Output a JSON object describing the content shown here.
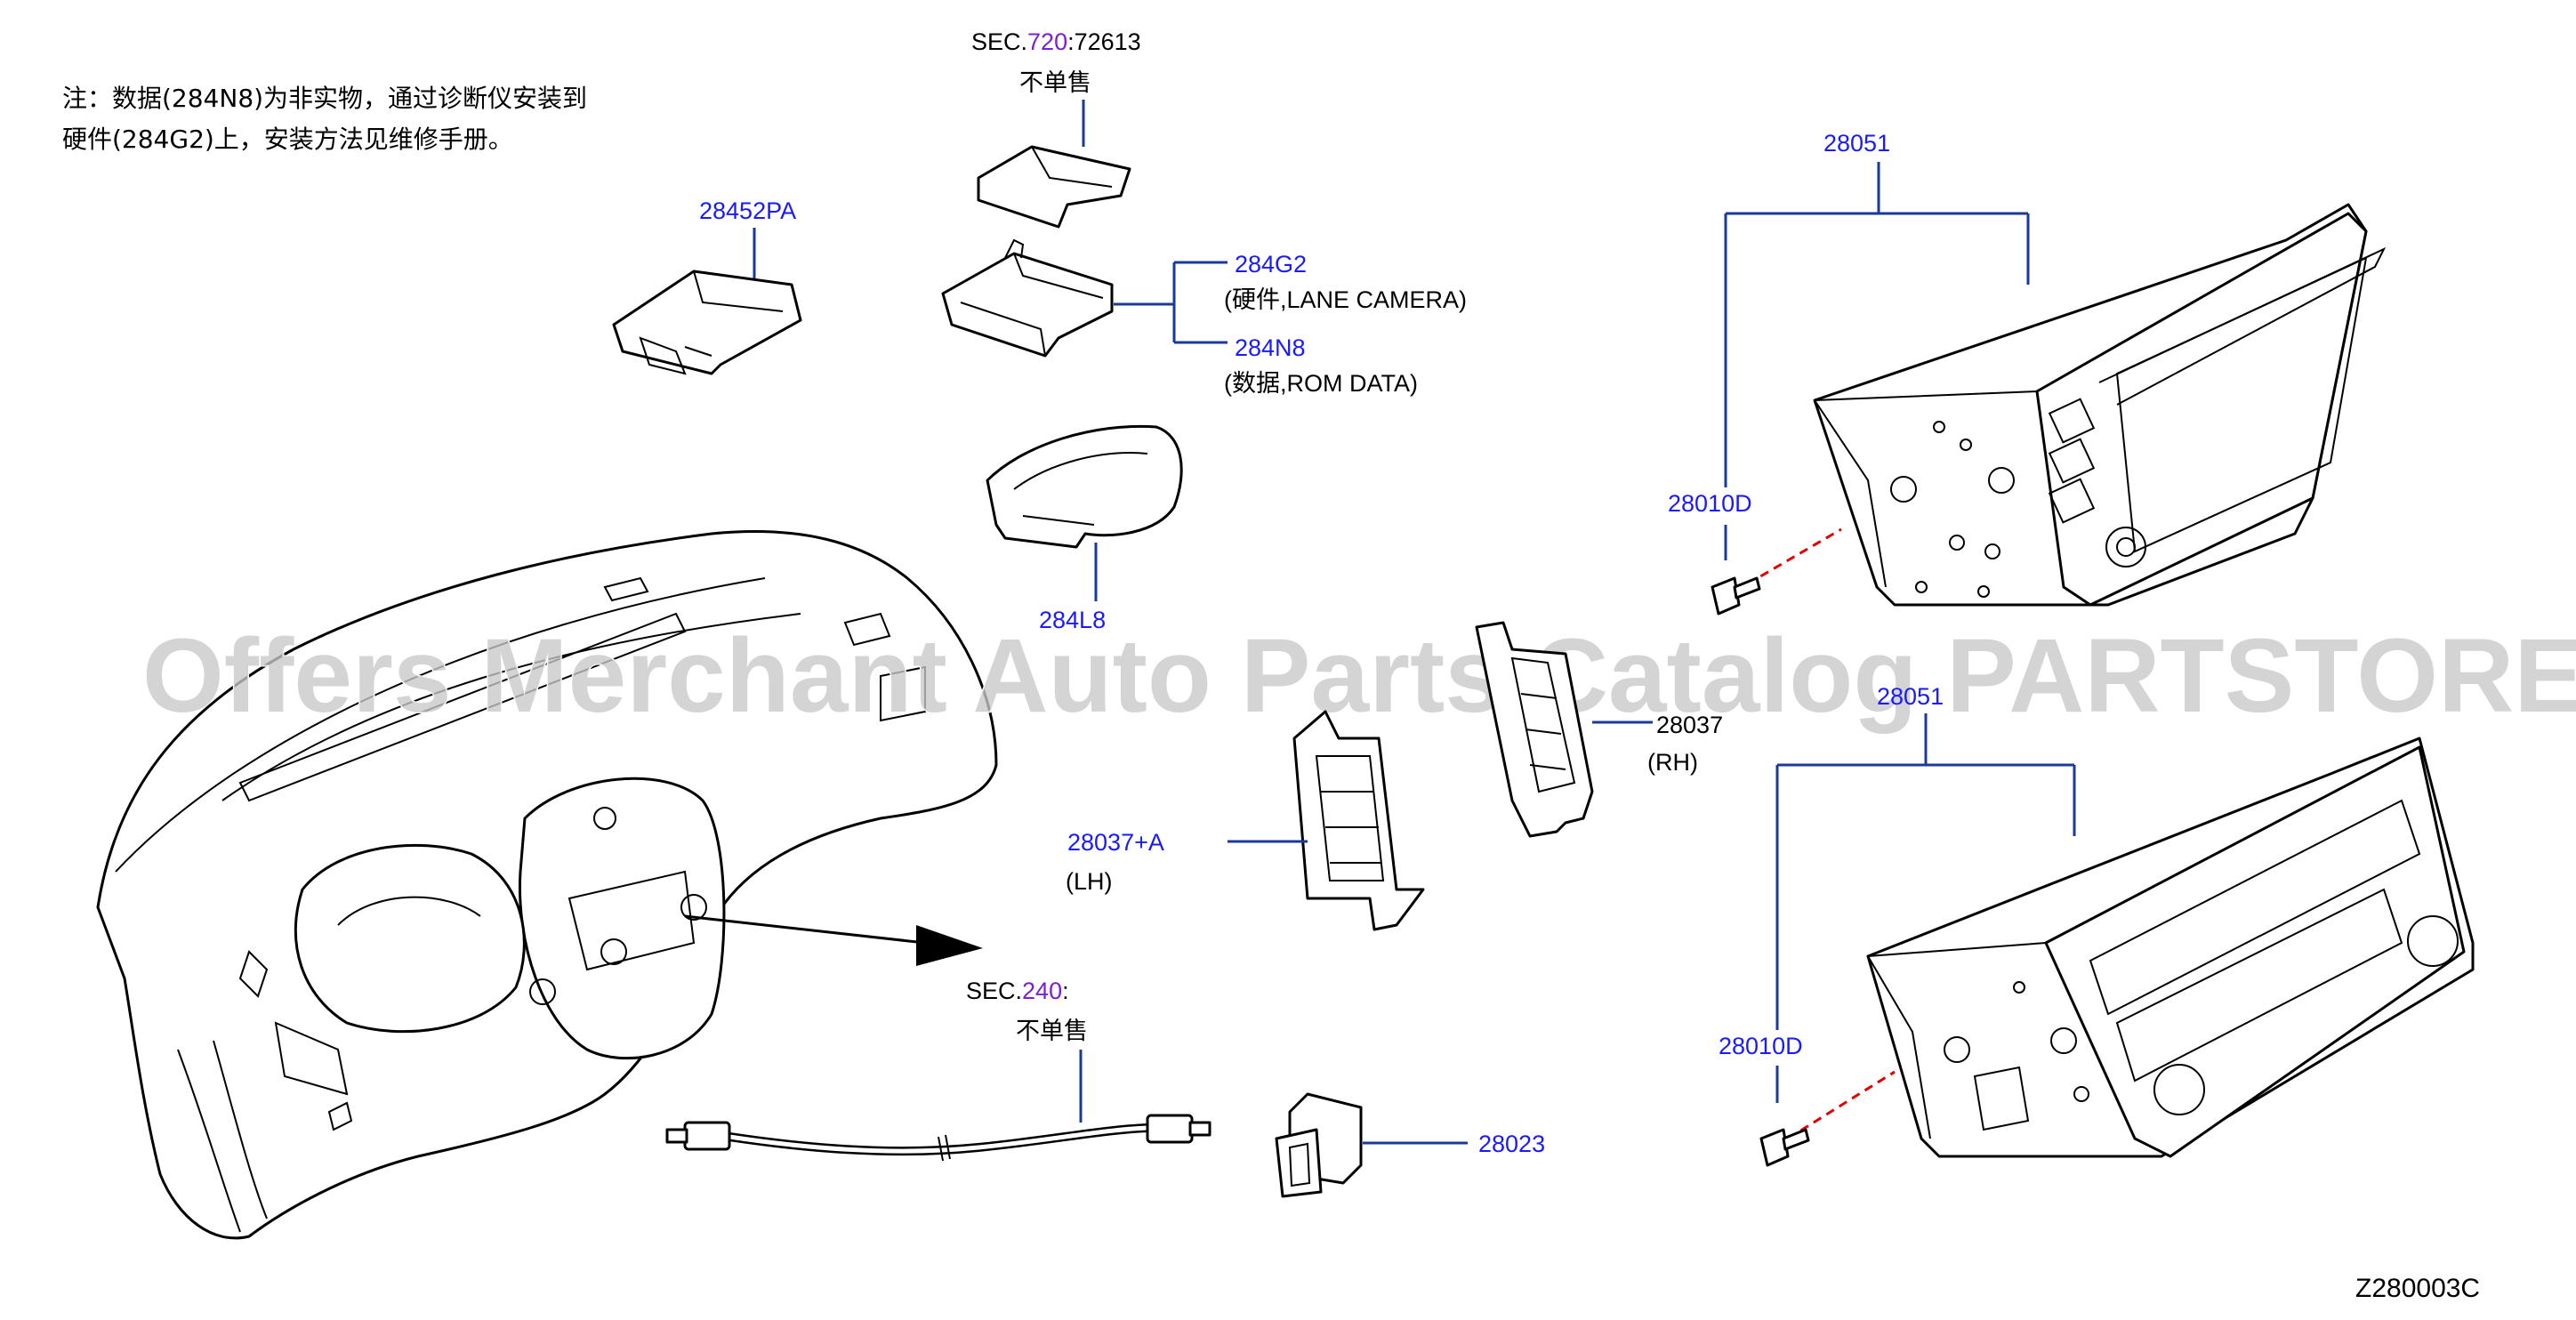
{
  "note": {
    "line1": "注：数据(284N8)为非实物，通过诊断仪安装到",
    "line2": "硬件(284G2)上，安装方法见维修手册。"
  },
  "labels": {
    "sec720_prefix": "SEC.",
    "sec720_num": "720",
    "sec720_suffix": ":72613",
    "not_sold_1": "不单售",
    "p28452PA": "28452PA",
    "p284G2": "284G2",
    "p284G2_desc": "(硬件,LANE   CAMERA)",
    "p284N8": "284N8",
    "p284N8_desc": "(数据,ROM   DATA)",
    "p284L8": "284L8",
    "p28051_top": "28051",
    "p28010D_top": "28010D",
    "p28037_rh": "28037",
    "rh": "(RH)",
    "p28051_bottom": "28051",
    "p28037A_lh": "28037+A",
    "lh": "(LH)",
    "sec240_prefix": "SEC.",
    "sec240_num": "240",
    "sec240_suffix": ":",
    "not_sold_2": "不单售",
    "p28010D_bottom": "28010D",
    "p28023": "28023",
    "diagram_code": "Z280003C"
  },
  "watermark": "Offers Merchant Auto Parts Catalog PARTSTORE.SA",
  "colors": {
    "label_blue": "#1a1aff",
    "section_purple": "#7a1fd1",
    "leader_line": "#1a3a9a",
    "fastener_dash": "#e00000",
    "watermark_gray": "#c8c8c8"
  }
}
